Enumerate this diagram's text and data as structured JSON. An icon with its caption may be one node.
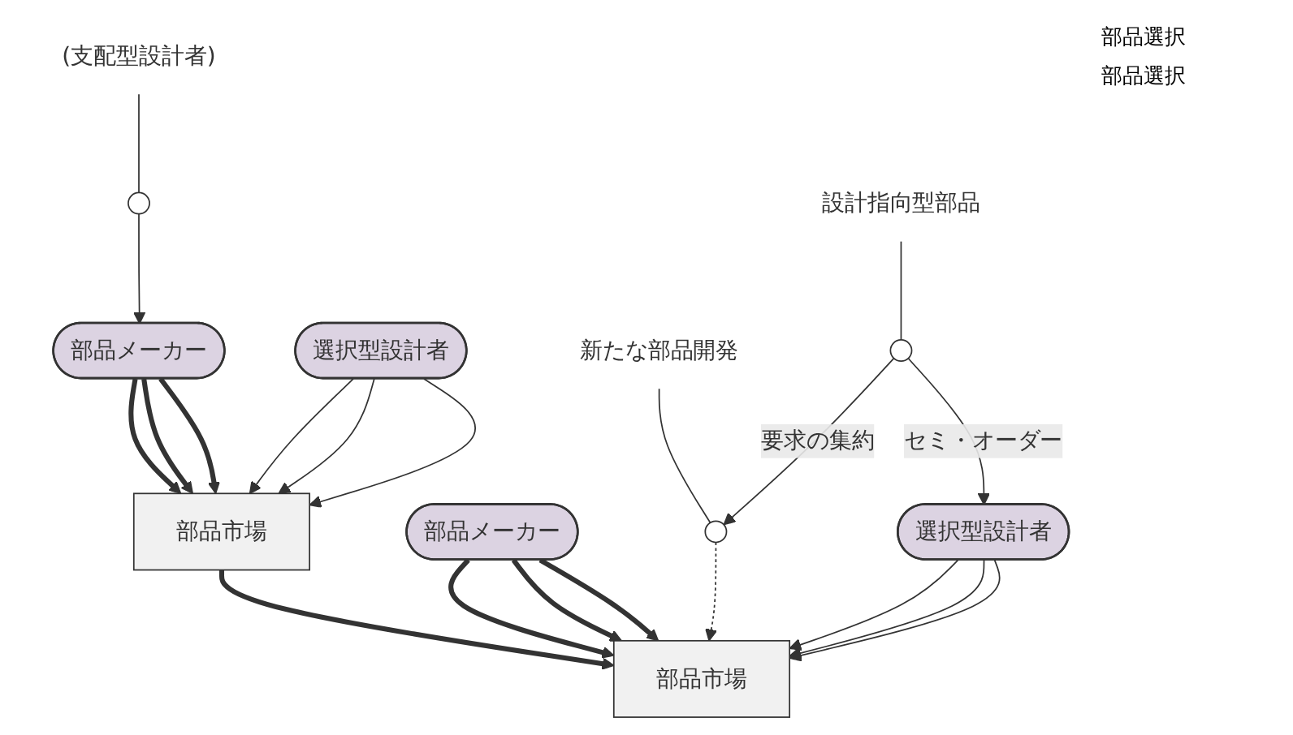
{
  "diagram": {
    "nodes": [
      {
        "text": [
          "部品メーカー"
        ]
      },
      {
        "text": [
          "部品市場"
        ]
      },
      {
        "text": [
          "選択型設計者"
        ]
      },
      {
        "text": [],
        "shape": "circle"
      },
      {
        "text": [
          "(支配型設計者)"
        ]
      },
      {
        "text": [
          "部品メーカー"
        ]
      },
      {
        "text": [],
        "shape": "circle"
      },
      {
        "text": [
          "新たな部品開発"
        ]
      },
      {
        "text": [
          "部品市場"
        ]
      },
      {
        "text": [],
        "shape": "circle"
      },
      {
        "text": [
          "設計指向型部品"
        ]
      },
      {
        "text": [
          "選択型設計者"
        ]
      }
    ],
    "edges": [
      {
        "from": 0,
        "to": 1,
        "arrow": "to",
        "style": "thick"
      },
      {
        "from": 0,
        "to": 1,
        "arrow": "to",
        "style": "thick"
      },
      {
        "from": 0,
        "to": 1,
        "arrow": "to",
        "style": "thick"
      },
      {
        "from": 2,
        "to": 1,
        "arrow": "to"
      },
      {
        "from": 2,
        "to": 1,
        "arrow": "to"
      },
      {
        "from": 2,
        "to": 1,
        "arrow": "to"
      },
      {
        "from": 3,
        "to": 0,
        "arrow": "to"
      },
      {
        "from": 4,
        "to": 3,
        "arrow": "none"
      },
      {
        "from": 1,
        "to": 8,
        "arrow": "to",
        "style": "thick"
      },
      {
        "from": 5,
        "to": 8,
        "arrow": "to",
        "style": "thick"
      },
      {
        "from": 5,
        "to": 8,
        "arrow": "to",
        "style": "thick"
      },
      {
        "from": 5,
        "to": 8,
        "arrow": "to",
        "style": "thick"
      },
      {
        "from": 6,
        "to": 8,
        "arrow": "to",
        "style": "dashed"
      },
      {
        "from": 7,
        "to": 6,
        "arrow": "none"
      },
      {
        "from": 11,
        "to": 8,
        "arrow": "to"
      },
      {
        "from": 11,
        "to": 8,
        "arrow": "to"
      },
      {
        "from": 11,
        "to": 8,
        "arrow": "to"
      },
      {
        "from": 10,
        "to": 9,
        "arrow": "none"
      },
      {
        "from": 9,
        "to": 6,
        "arrow": "to",
        "label": "要求の集約"
      },
      {
        "from": 9,
        "to": 11,
        "arrow": "to",
        "label": "セミ・オーダー"
      }
    ],
    "labels": [
      "部品選択",
      "部品選択"
    ]
  }
}
